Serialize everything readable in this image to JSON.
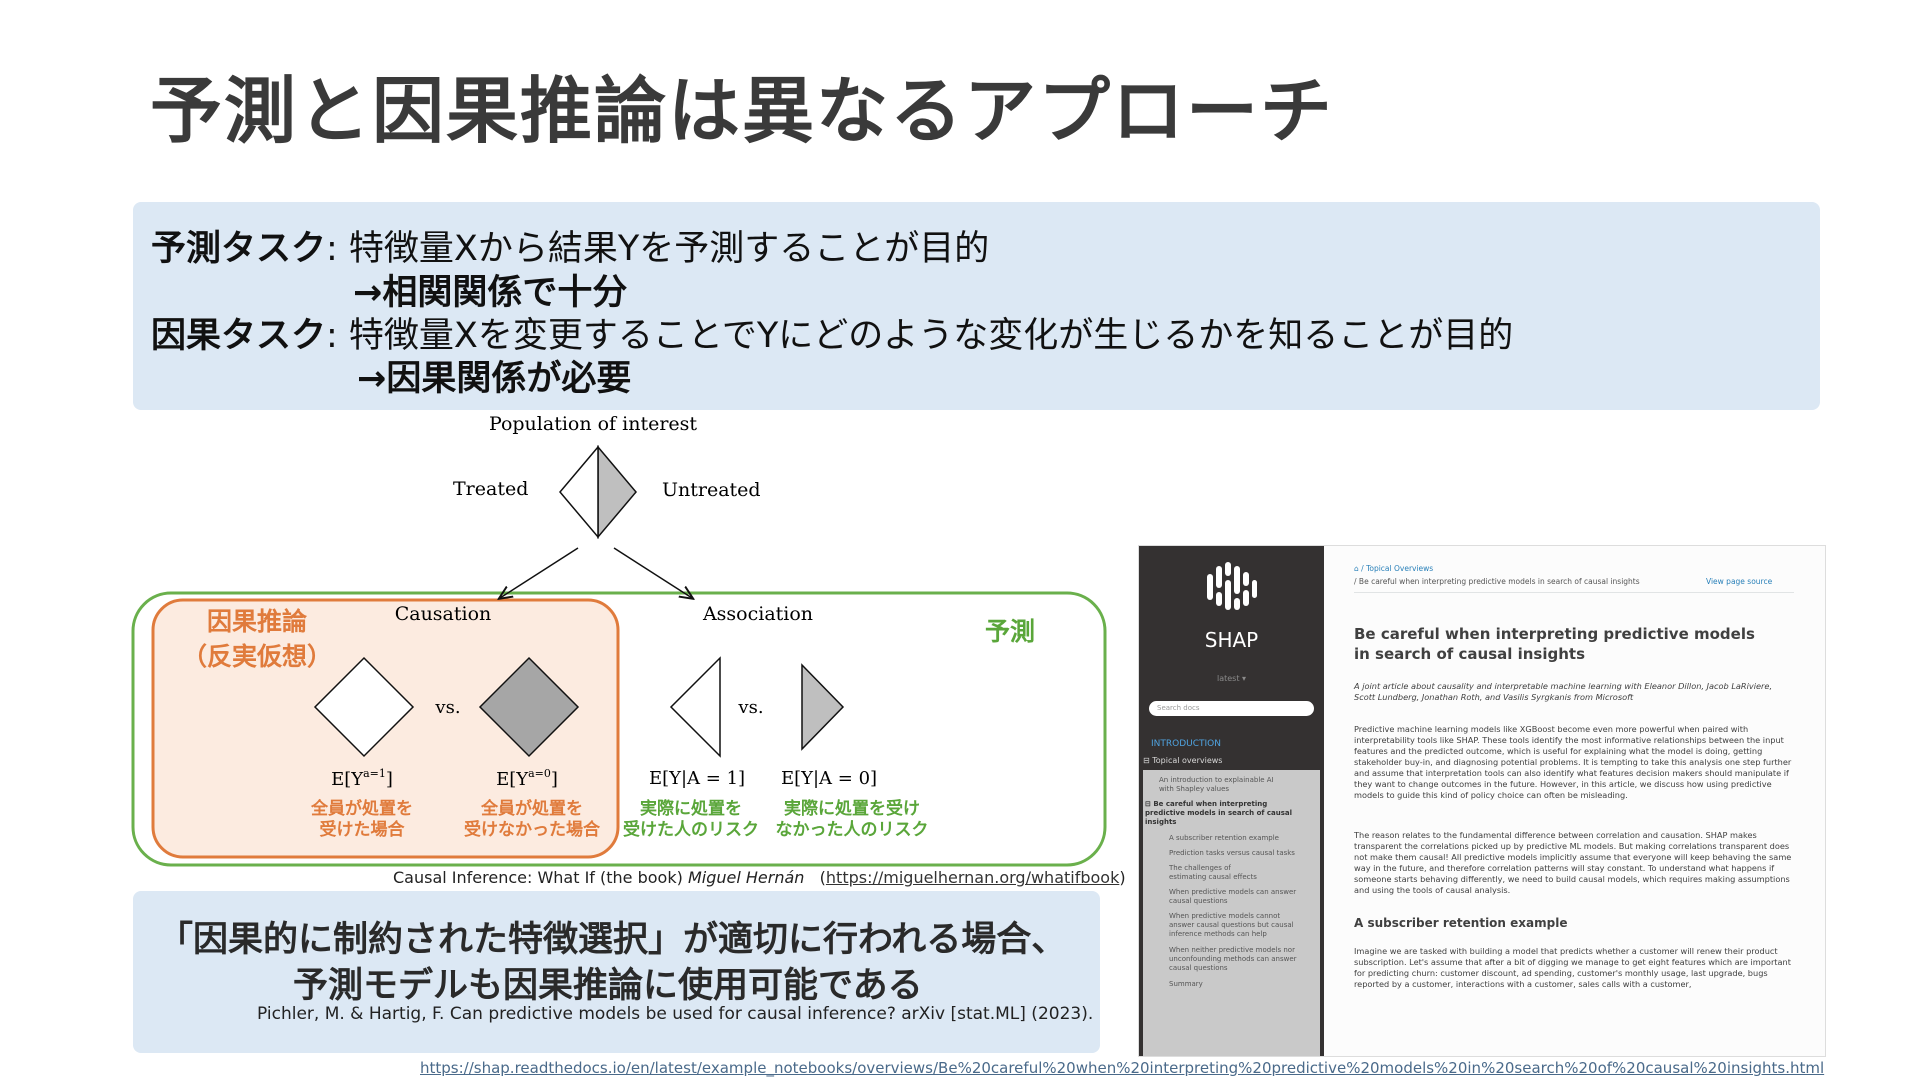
{
  "title": "予測と因果推論は異なるアプローチ",
  "tasks": {
    "prediction_label": "予測タスク",
    "prediction_text": ": 特徴量Xから結果Yを予測することが目的",
    "prediction_arrow": "→相関関係で十分",
    "causal_label": "因果タスク",
    "causal_text": ": 特徴量Xを変更することでYにどのような変化が生じるかを知ることが目的",
    "causal_arrow": "→因果関係が必要"
  },
  "diagram": {
    "population": "Population of interest",
    "treated": "Treated",
    "untreated": "Untreated",
    "causation": "Causation",
    "association": "Association",
    "vs": "vs.",
    "causal_box_label_1": "因果推論",
    "causal_box_label_2": "（反実仮想）",
    "prediction_box_label": "予測",
    "formula_1": "E[Y",
    "formula_1_sup": "a=1",
    "formula_2": "E[Y",
    "formula_2_sup": "a=0",
    "formula_3": "E[Y|A = 1]",
    "formula_4": "E[Y|A = 0]",
    "desc_1a": "全員が処置を",
    "desc_1b": "受けた場合",
    "desc_2a": "全員が処置を",
    "desc_2b": "受けなかった場合",
    "desc_3a": "実際に処置を",
    "desc_3b": "受けた人のリスク",
    "desc_4a": "実際に処置を受け",
    "desc_4b": "なかった人のリスク"
  },
  "citation_book": {
    "text": "Causal Inference: What If (the book) ",
    "author": "Miguel Hernán",
    "link": "https://miguelhernan.org/whatifbook"
  },
  "conclusion": {
    "line1": "「因果的に制約された特徴選択」が適切に行われる場合、",
    "line2": "予測モデルも因果推論に使用可能である",
    "reference": "Pichler, M. & Hartig, F. Can predictive models be used for causal inference? arXiv [stat.ML] (2023)."
  },
  "shap": {
    "logo": "SHAP",
    "version": "latest",
    "search_placeholder": "Search docs",
    "nav_heading": "INTRODUCTION",
    "nav_section": "Topical overviews",
    "nav_items": [
      "An introduction to explainable AI with Shapley values",
      "Be careful when interpreting predictive models in search of causal insights",
      "A subscriber retention example",
      "Prediction tasks versus causal tasks",
      "The challenges of estimating causal effects",
      "When predictive models can answer causal questions",
      "When predictive models cannot answer causal questions but causal inference methods can help",
      "When neither predictive models nor unconfounding methods can answer causal questions",
      "Summary"
    ],
    "breadcrumb_1": "Topical Overviews",
    "breadcrumb_2": "Be careful when interpreting predictive models in search of causal insights",
    "view_source": "View page source",
    "article_title": "Be careful when interpreting predictive models in search of causal insights",
    "byline": "A joint article about causality and interpretable machine learning with Eleanor Dillon, Jacob LaRiviere, Scott Lundberg, Jonathan Roth, and Vasilis Syrgkanis from Microsoft",
    "para1": "Predictive machine learning models like XGBoost become even more powerful when paired with interpretability tools like SHAP. These tools identify the most informative relationships between the input features and the predicted outcome, which is useful for explaining what the model is doing, getting stakeholder buy-in, and diagnosing potential problems. It is tempting to take this analysis one step further and assume that interpretation tools can also identify what features decision makers should manipulate if they want to change outcomes in the future. However, in this article, we discuss how using predictive models to guide this kind of policy choice can often be misleading.",
    "para2": "The reason relates to the fundamental difference between correlation and causation. SHAP makes transparent the correlations picked up by predictive ML models. But making correlations transparent does not make them causal! All predictive models implicitly assume that everyone will keep behaving the same way in the future, and therefore correlation patterns will stay constant. To understand what happens if someone starts behaving differently, we need to build causal models, which requires making assumptions and using the tools of causal analysis.",
    "section_heading": "A subscriber retention example",
    "para3": "Imagine we are tasked with building a model that predicts whether a customer will renew their product subscription. Let's assume that after a bit of digging we manage to get eight features which are important for predicting churn: customer discount, ad spending, customer's monthly usage, last upgrade, bugs reported by a customer, interactions with a customer, sales calls with a customer,"
  },
  "source_url": "https://shap.readthedocs.io/en/latest/example_notebooks/overviews/Be%20careful%20when%20interpreting%20predictive%20models%20in%20search%20of%20causal%20insights.html"
}
